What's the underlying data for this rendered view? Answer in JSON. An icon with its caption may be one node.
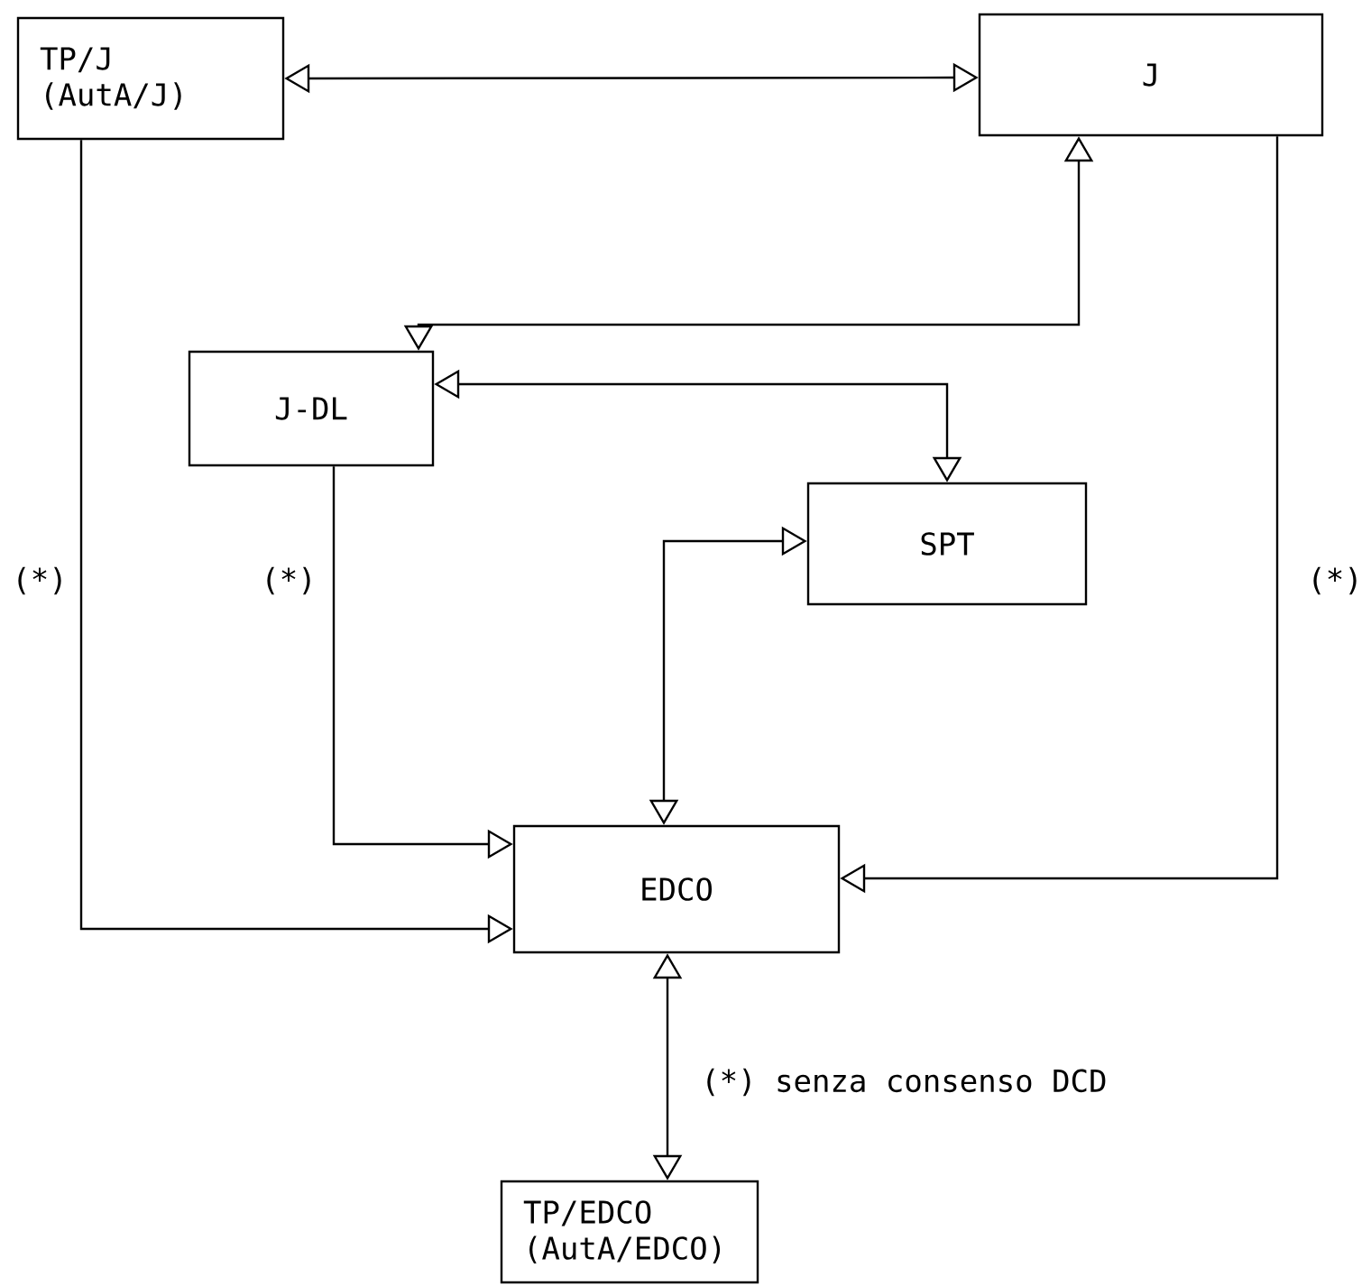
{
  "diagram": {
    "nodes": [
      {
        "text": [
          "TP/J (AutA/J)"
        ]
      },
      {
        "text": [
          "J"
        ]
      },
      {
        "text": [
          "J-DL"
        ]
      },
      {
        "text": [
          "SPT"
        ]
      },
      {
        "text": [
          "EDCO"
        ]
      },
      {
        "text": [
          "TP/EDCO (AutA/EDCO)"
        ]
      }
    ],
    "edges": [
      {
        "from": 0,
        "to": 1,
        "arrow": "both"
      },
      {
        "from": 1,
        "to": 2,
        "arrow": "both"
      },
      {
        "from": 2,
        "to": 3,
        "arrow": "both"
      },
      {
        "from": 3,
        "to": 4,
        "arrow": "both"
      },
      {
        "from": 0,
        "to": 4,
        "arrow": "to",
        "label": "(*)"
      },
      {
        "from": 2,
        "to": 4,
        "arrow": "to",
        "label": "(*)"
      },
      {
        "from": 1,
        "to": 4,
        "arrow": "to",
        "label": "(*)"
      },
      {
        "from": 4,
        "to": 5,
        "arrow": "both"
      }
    ],
    "labels": [
      "(*) senza consenso DCD"
    ]
  }
}
